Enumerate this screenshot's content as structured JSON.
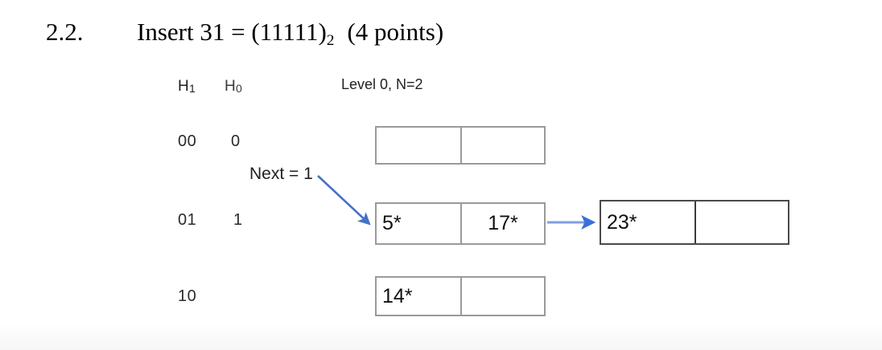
{
  "slide": {
    "question_number": "2.2.",
    "question_text_parts": {
      "prefix": "Insert 31 = (11111)",
      "subscript": "2",
      "suffix": "(4 points)"
    },
    "question_text_full": "Insert 31 = (11111)2  (4 points)"
  },
  "diagram": {
    "level_label": "Level 0, N=2",
    "column_headers": {
      "h1": {
        "base": "H",
        "sub": "1"
      },
      "h0": {
        "base": "H",
        "sub": "0"
      }
    },
    "next_pointer": {
      "label": "Next = 1",
      "arrow_color": "#4472c4",
      "points_to_row": 1
    },
    "chain_arrow_color": "#4472c4",
    "border_colors": {
      "primary_bucket": "#9a9a9a",
      "overflow_bucket": "#4a4a4a"
    },
    "rows": [
      {
        "h1": "00",
        "h0": "0",
        "bucket": {
          "cells": [
            "",
            ""
          ],
          "style": "primary"
        },
        "overflow": null
      },
      {
        "h1": "01",
        "h0": "1",
        "bucket": {
          "cells": [
            "5*",
            "17*"
          ],
          "style": "primary"
        },
        "overflow": {
          "cells": [
            "23*",
            ""
          ],
          "style": "overflow"
        }
      },
      {
        "h1": "10",
        "h0": "",
        "bucket": {
          "cells": [
            "14*",
            ""
          ],
          "style": "primary"
        },
        "overflow": null
      }
    ]
  }
}
